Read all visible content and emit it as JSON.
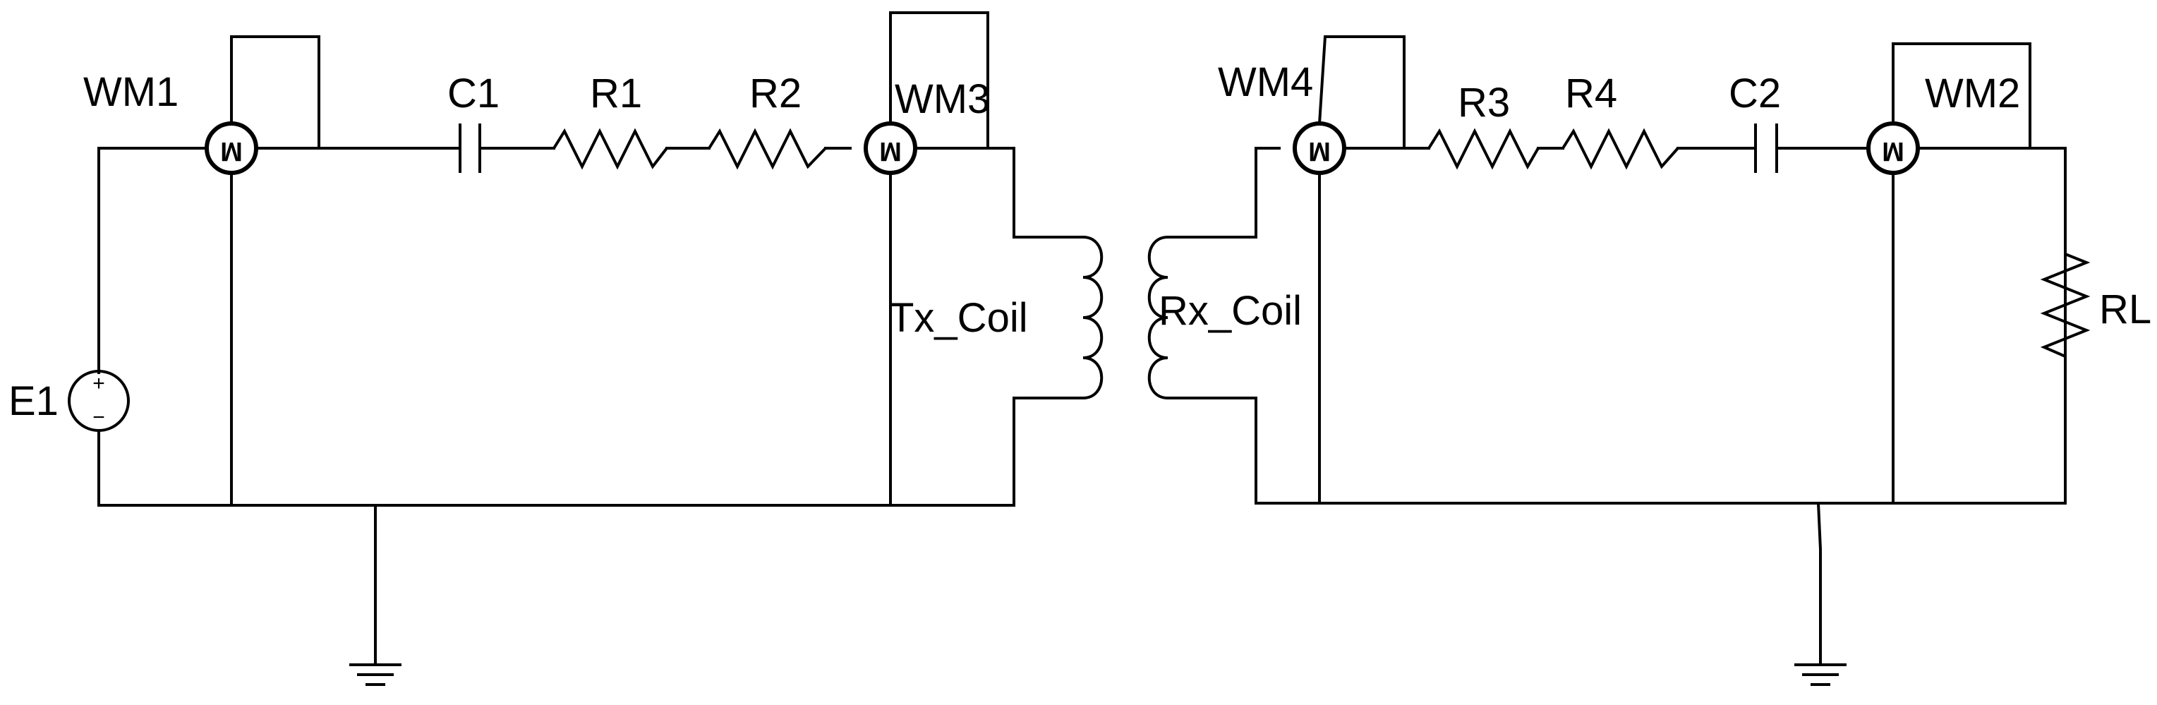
{
  "diagram": {
    "components": {
      "source": {
        "label": "E1",
        "plus": "+",
        "minus": "−"
      },
      "wattmeters": [
        {
          "id": "wm1",
          "label": "WM1",
          "glyph": "M"
        },
        {
          "id": "wm3",
          "label": "WM3",
          "glyph": "M"
        },
        {
          "id": "wm4",
          "label": "WM4",
          "glyph": "M"
        },
        {
          "id": "wm2",
          "label": "WM2",
          "glyph": "M"
        }
      ],
      "capacitors": [
        {
          "label": "C1"
        },
        {
          "label": "C2"
        }
      ],
      "resistors": [
        {
          "label": "R1"
        },
        {
          "label": "R2"
        },
        {
          "label": "R3"
        },
        {
          "label": "R4"
        }
      ],
      "coils": [
        {
          "label": "Tx_Coil"
        },
        {
          "label": "Rx_Coil"
        }
      ],
      "load": {
        "label": "RL"
      }
    }
  }
}
